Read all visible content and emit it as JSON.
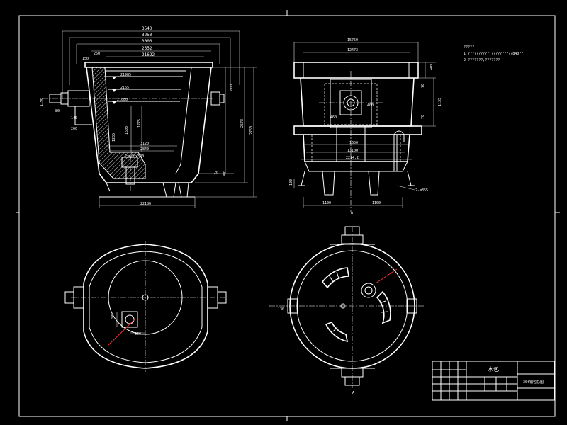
{
  "notes": {
    "heading": "?????",
    "line1": "1 ??????????,??????????840??",
    "line2": "2 ???????,??????? ."
  },
  "dims": {
    "front": {
      "d3540": "3540",
      "d3250": "3250",
      "d3000": "3000",
      "d2552": "2552",
      "d250": "250",
      "d21622": "21622",
      "d21985": "21985",
      "d2165": "2165",
      "d2108": "21080",
      "d1190": "1190",
      "d150": "150",
      "d2760": "2760",
      "d3000r": "3000",
      "d2578": "2578",
      "d800": "800",
      "d1775": "1775",
      "d1503": "1503",
      "d1235": "1235",
      "d3120": "3120",
      "d2840": "2840",
      "d300": "300",
      "d20": "20",
      "d22180": "22180",
      "d2x300": "2x400x300",
      "d80": "80",
      "d140": "140",
      "d200": "200"
    },
    "side": {
      "d15750": "15750",
      "d12473": "12473",
      "d240": "240",
      "d70": "70",
      "d1135": "1135",
      "d70b": "70",
      "d400": "400",
      "d460": "460",
      "d1650": "1650",
      "d13100": "13100",
      "d2214": "2214.2",
      "d100": "100",
      "d1100a": "1100",
      "d1100b": "1100",
      "d2o": "2-ø355",
      "sec": "A"
    },
    "plan_left": {
      "d280": "280",
      "d560": "560"
    },
    "plan_right": {
      "d130": "130",
      "sec": "A"
    }
  },
  "title_block": {
    "title_chinese": "水包",
    "name_right": "30t钢包总图"
  }
}
